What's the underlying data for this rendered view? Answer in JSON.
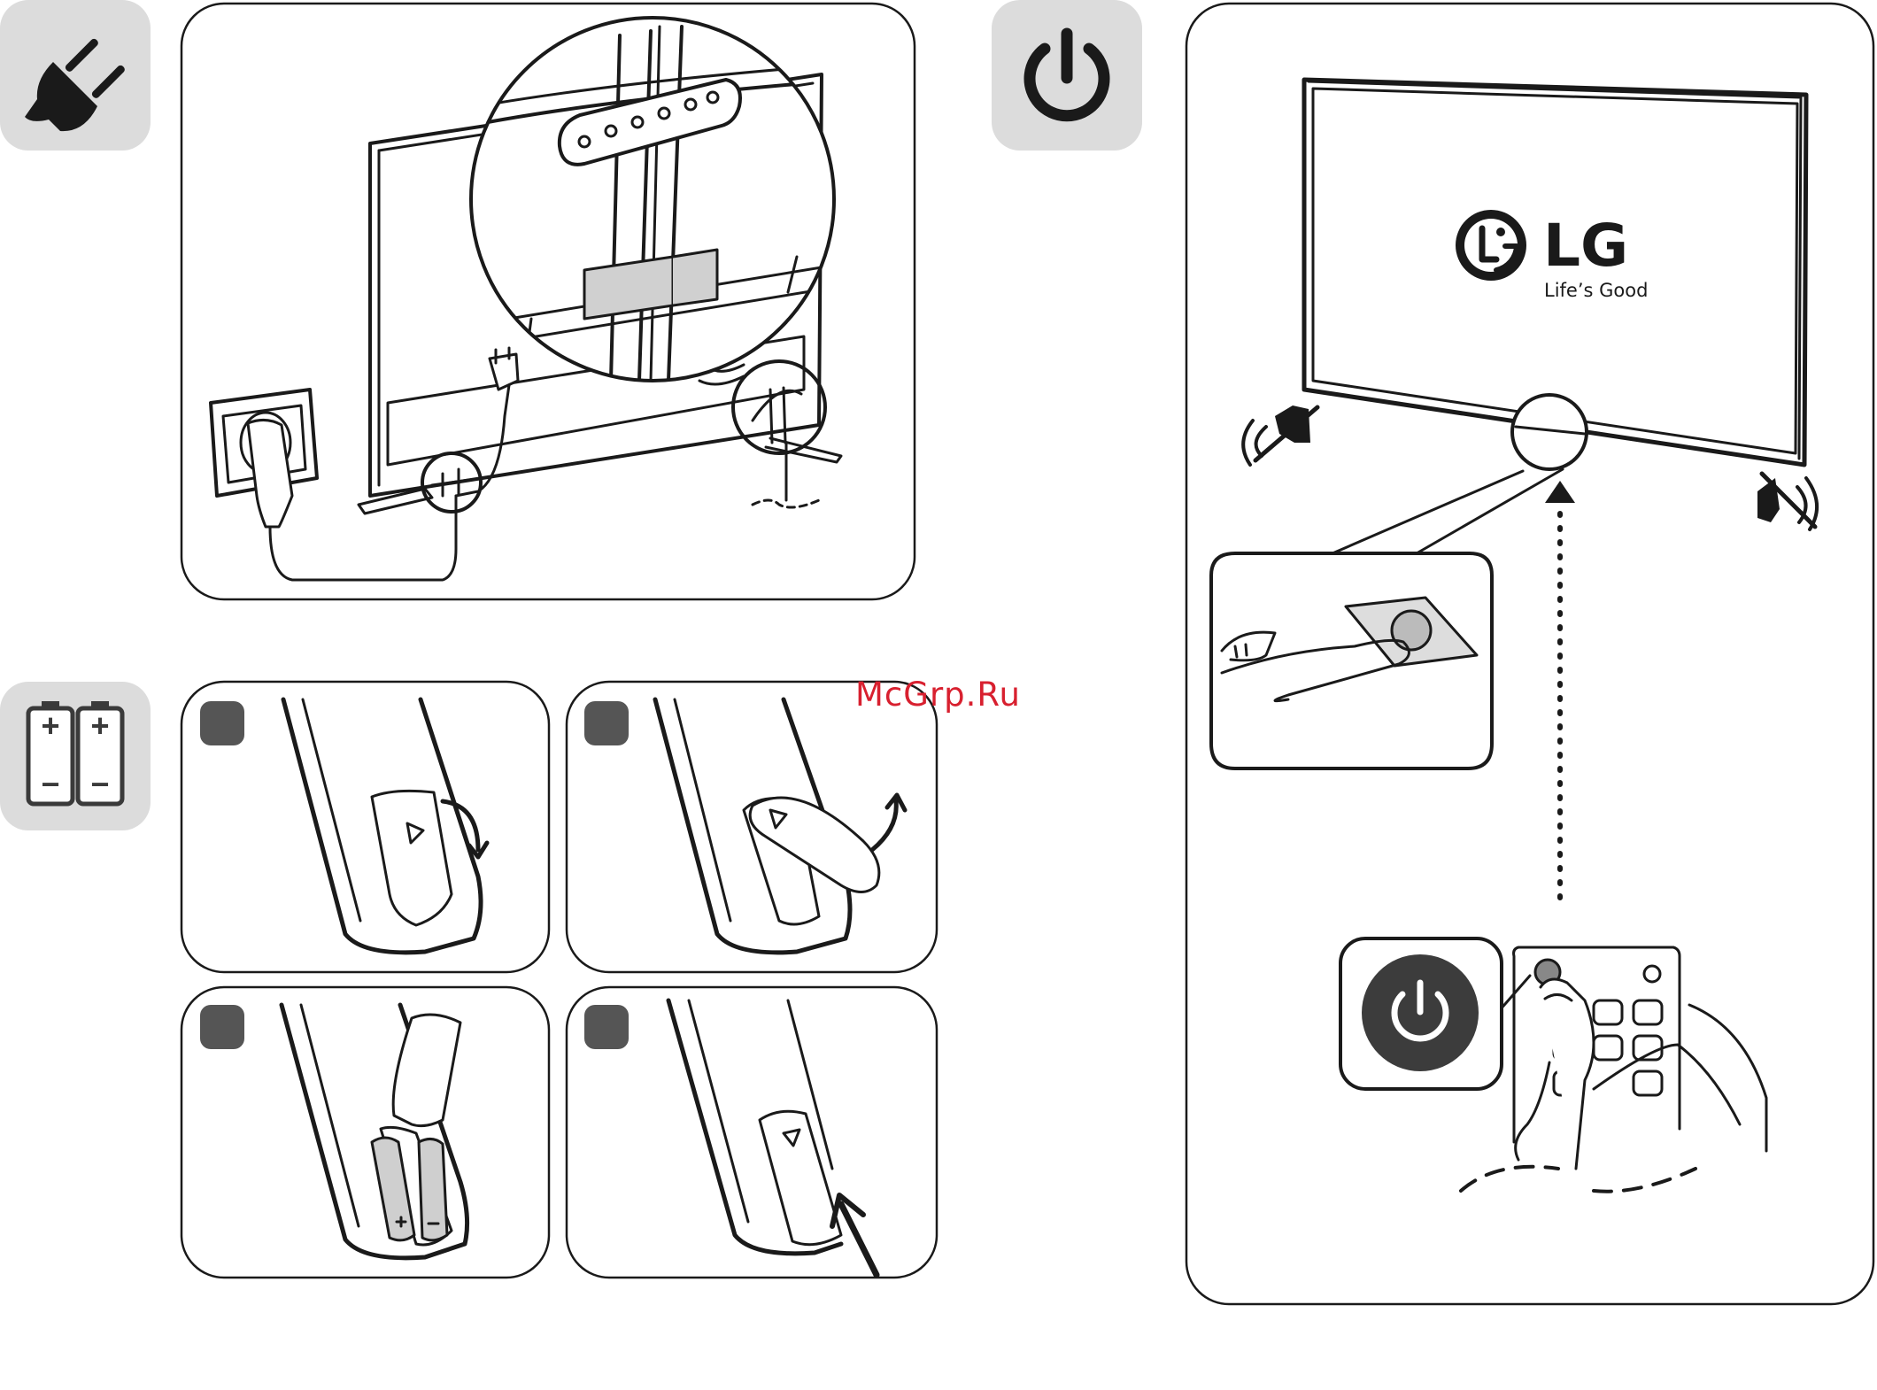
{
  "watermark": "McGrp.Ru",
  "sections": {
    "power_connection": {
      "icon": "plug-icon"
    },
    "batteries": {
      "icon": "batteries-icon",
      "battery_plus": "+",
      "battery_minus": "−",
      "steps": [
        "step-1",
        "step-2",
        "step-3",
        "step-4"
      ]
    },
    "power_on": {
      "icon": "power-icon"
    }
  },
  "tv_screen": {
    "brand_name": "LG",
    "brand_tagline": "Life’s Good"
  },
  "colors": {
    "icon_tile": "#dcdcdc",
    "step_badge": "#555555",
    "line": "#1a1a1a",
    "power_button": "#3c3c3c",
    "watermark": "#d8202f"
  }
}
